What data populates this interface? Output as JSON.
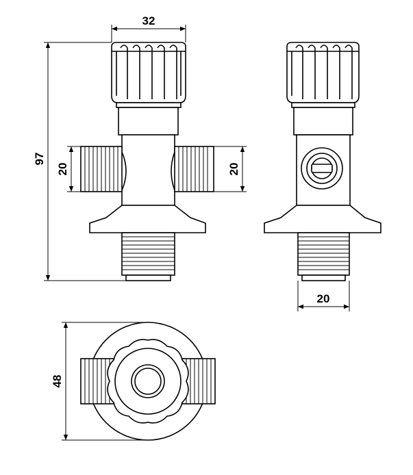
{
  "dimensions": {
    "width_top": "32",
    "height_total": "97",
    "side_left": "20",
    "side_right": "20",
    "base_thread": "20",
    "bottom_diameter": "48"
  },
  "colors": {
    "line": "#000000",
    "background": "#ffffff"
  }
}
